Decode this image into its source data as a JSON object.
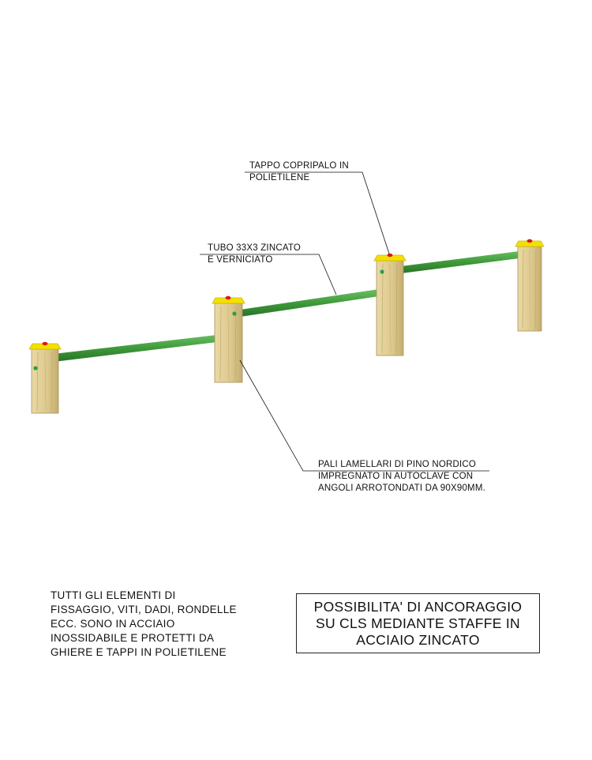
{
  "callouts": {
    "cap": {
      "line1": "TAPPO COPRIPALO IN",
      "line2": "POLIETILENE"
    },
    "tube": {
      "line1": "TUBO 33X3 ZINCATO",
      "line2": "E VERNICIATO"
    },
    "post": {
      "line1": "PALI LAMELLARI DI PINO NORDICO",
      "line2": "IMPREGNATO IN AUTOCLAVE CON",
      "line3": "ANGOLI ARROTONDATI DA 90X90MM."
    }
  },
  "note_left": {
    "line1": "TUTTI GLI ELEMENTI DI",
    "line2": "FISSAGGIO, VITI, DADI, RONDELLE",
    "line3": "ECC. SONO IN ACCIAIO",
    "line4": "INOSSIDABILE E PROTETTI DA",
    "line5": "GHIERE E TAPPI IN POLIETILENE"
  },
  "note_box": {
    "line1": "POSSIBILITA' DI ANCORAGGIO",
    "line2": "SU CLS MEDIANTE STAFFE IN",
    "line3": "ACCIAIO ZINCATO"
  },
  "colors": {
    "wood": "#e2cf97",
    "wood_dark": "#b79f63",
    "cap": "#f4e000",
    "cap_knob": "#d81818",
    "tube": "#3f9a3a",
    "bolt": "#27a04a"
  }
}
